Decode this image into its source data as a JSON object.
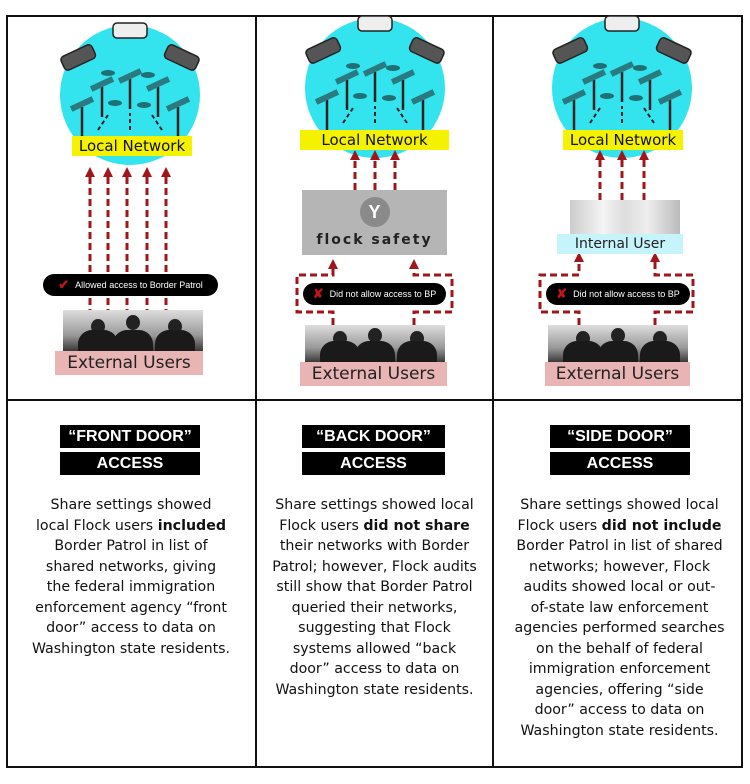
{
  "colors": {
    "network": "#33e3ee",
    "arrow": "#a0161b",
    "label_local": "#f5f200",
    "label_external": "#e8b4b4",
    "label_internal": "#c6f4fb"
  },
  "panels": [
    {
      "network_label": "Local Network",
      "pill_icon": "check-icon",
      "pill_mark": "✔",
      "pill_text": "Allowed access to Border Patrol",
      "external_label": "External Users",
      "heading_line1": "“FRONT DOOR”",
      "heading_line2": "ACCESS",
      "lines": [
        [
          "Share settings showed"
        ],
        [
          "local Flock users ",
          {
            "bold": "included"
          }
        ],
        [
          "Border Patrol in list of"
        ],
        [
          "shared networks, giving"
        ],
        [
          "the federal immigration"
        ],
        [
          "enforcement agency “front"
        ],
        [
          "door” access to data on"
        ],
        [
          "Washington state residents."
        ]
      ]
    },
    {
      "network_label": "Local Network",
      "intermediary_label": "flock safety",
      "pill_icon": "x-icon",
      "pill_mark": "✘",
      "pill_text": "Did not allow access to BP",
      "external_label": "External Users",
      "heading_line1": "“BACK DOOR”",
      "heading_line2": "ACCESS",
      "lines": [
        [
          "Share settings showed local"
        ],
        [
          "Flock users ",
          {
            "bold": "did not share"
          }
        ],
        [
          "their networks with Border"
        ],
        [
          "Patrol; however, Flock audits"
        ],
        [
          "still show that Border Patrol"
        ],
        [
          "queried their networks,"
        ],
        [
          "suggesting that Flock"
        ],
        [
          "systems allowed “back"
        ],
        [
          "door” access to data on"
        ],
        [
          "Washington state residents."
        ]
      ]
    },
    {
      "network_label": "Local Network",
      "intermediary_label": "Internal User",
      "pill_icon": "x-icon",
      "pill_mark": "✘",
      "pill_text": "Did not allow access to BP",
      "external_label": "External Users",
      "heading_line1": "“SIDE DOOR”",
      "heading_line2": "ACCESS",
      "lines": [
        [
          "Share settings showed local"
        ],
        [
          "Flock users ",
          {
            "bold": "did not include"
          }
        ],
        [
          "Border Patrol in list of shared"
        ],
        [
          "networks; however, Flock"
        ],
        [
          "audits showed local or out-"
        ],
        [
          "of-state law enforcement"
        ],
        [
          "agencies performed searches"
        ],
        [
          "on the behalf of federal"
        ],
        [
          "immigration enforcement"
        ],
        [
          "agencies, offering “side"
        ],
        [
          "door” access to data on"
        ],
        [
          "Washington state residents."
        ]
      ]
    }
  ]
}
